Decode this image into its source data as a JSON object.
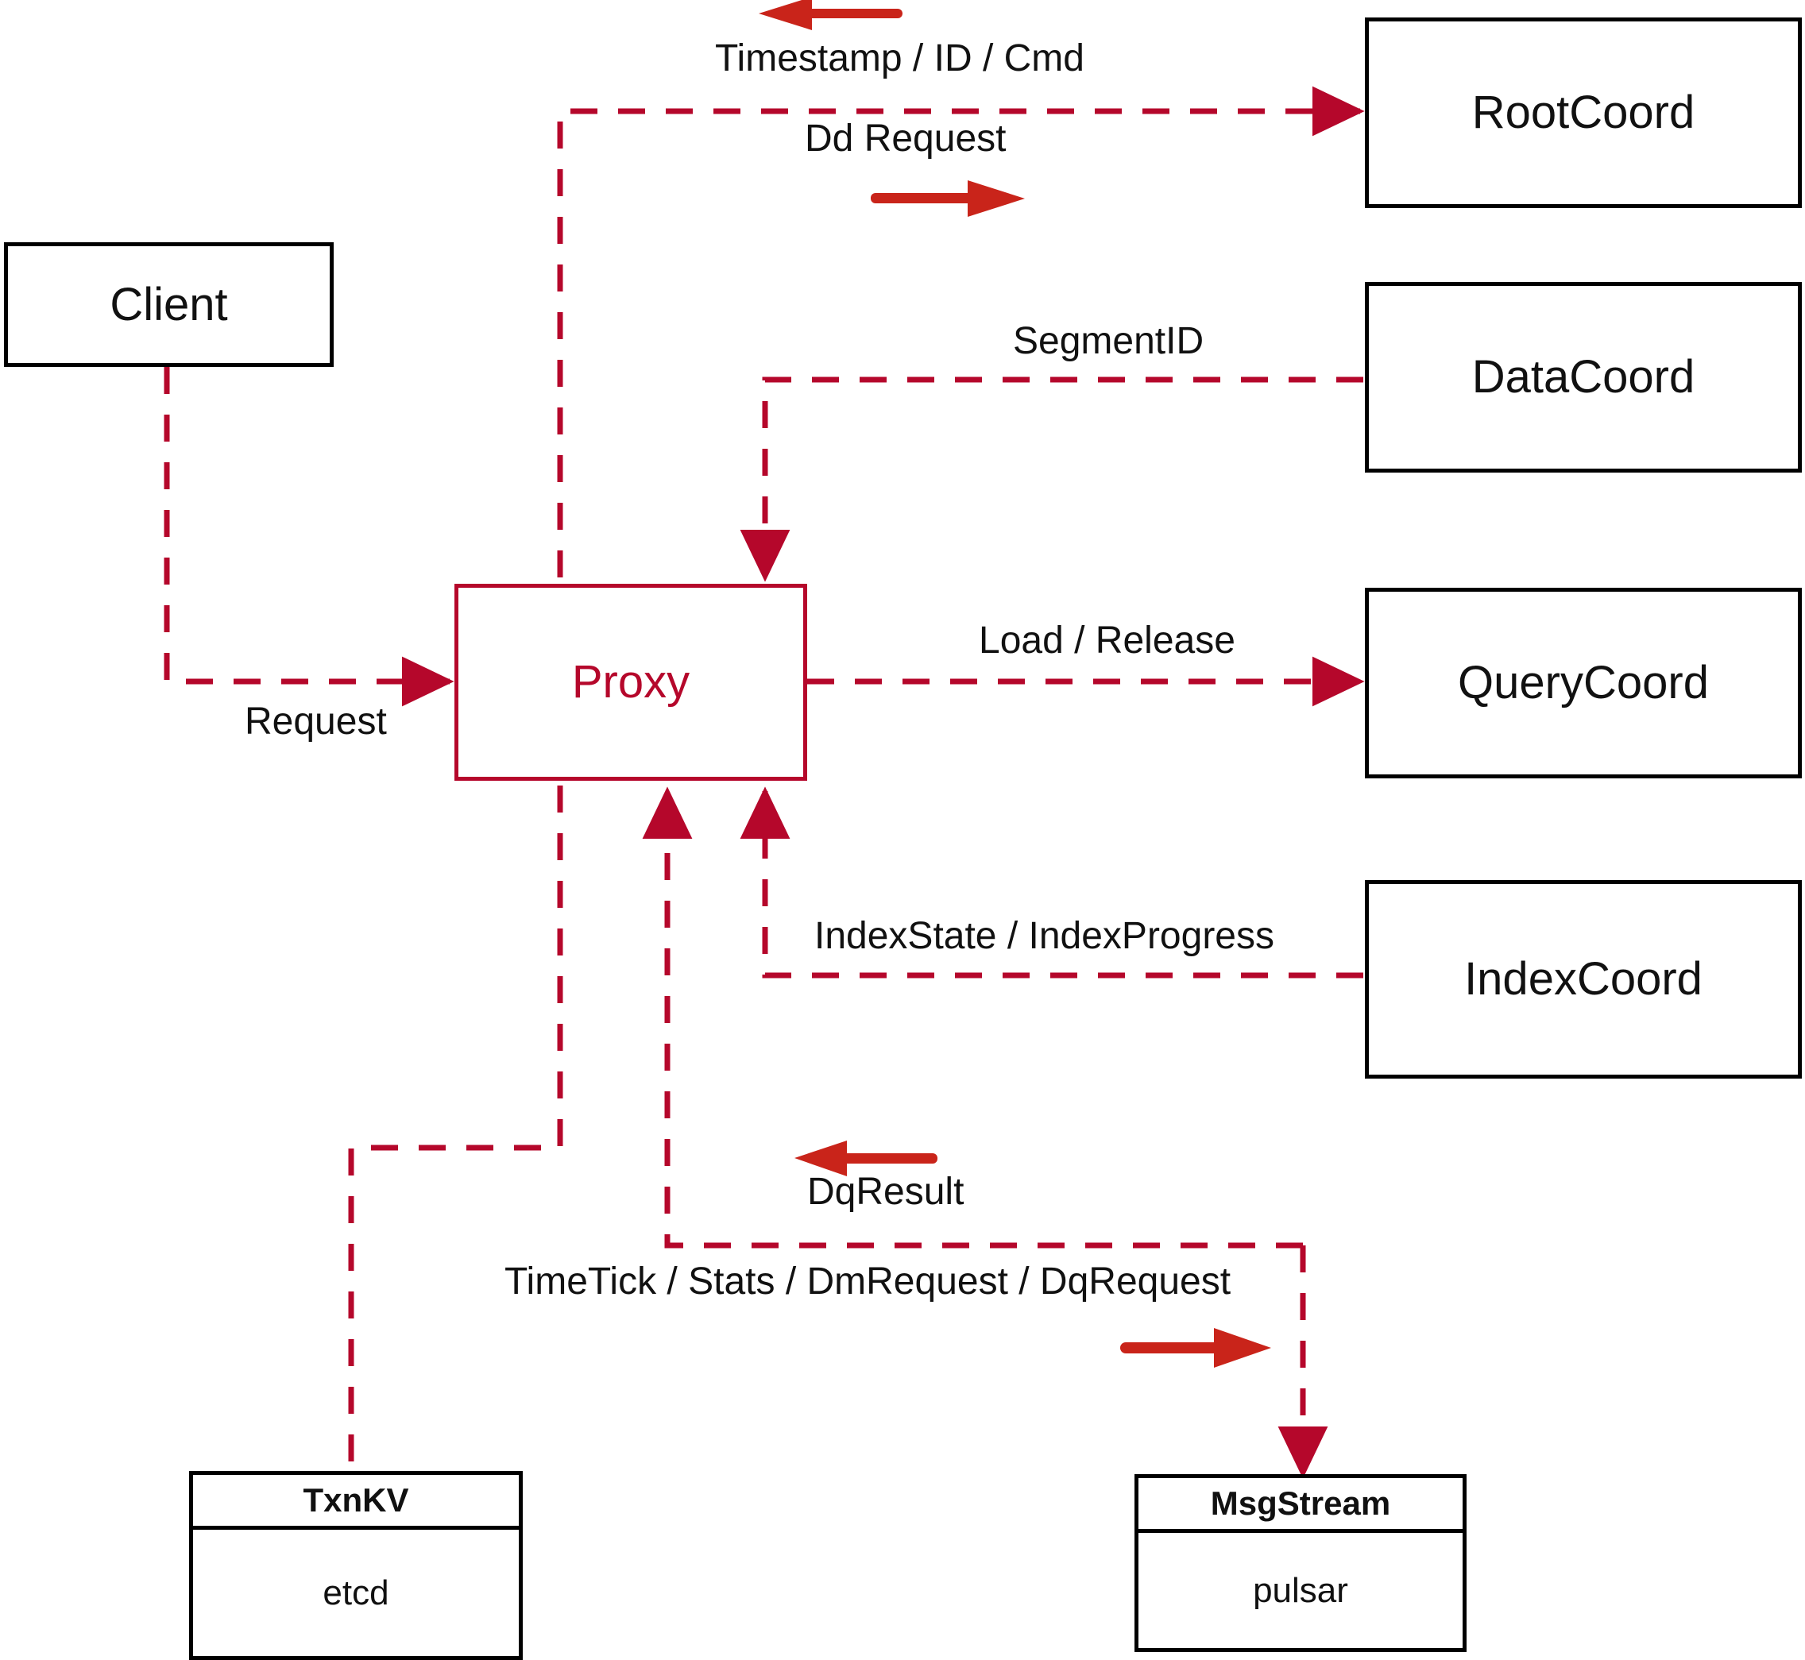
{
  "diagram": {
    "title": "Milvus Proxy interaction diagram",
    "colors": {
      "dashed_edge": "#B5072B",
      "solid_arrow": "#C9241A",
      "node_border": "#000000",
      "accent_node": "#B5072B",
      "background": "#FFFFFF",
      "text": "#111111"
    }
  },
  "nodes": {
    "client": {
      "label": "Client"
    },
    "proxy": {
      "label": "Proxy"
    },
    "root_coord": {
      "label": "RootCoord"
    },
    "data_coord": {
      "label": "DataCoord"
    },
    "query_coord": {
      "label": "QueryCoord"
    },
    "index_coord": {
      "label": "IndexCoord"
    },
    "txnkv": {
      "header": "TxnKV",
      "body": "etcd"
    },
    "msgstream": {
      "header": "MsgStream",
      "body": "pulsar"
    }
  },
  "edge_labels": {
    "timestamp_id_cmd": "Timestamp / ID / Cmd",
    "dd_request": "Dd Request",
    "segment_id": "SegmentID",
    "load_release": "Load / Release",
    "index_state_progress": "IndexState / IndexProgress",
    "request": "Request",
    "dq_result": "DqResult",
    "timetick_stats": "TimeTick / Stats / DmRequest / DqRequest"
  },
  "legend_arrows": {
    "timestamp_direction": "left",
    "dd_request_direction": "right",
    "dq_result_direction": "left",
    "timetick_direction": "right"
  }
}
